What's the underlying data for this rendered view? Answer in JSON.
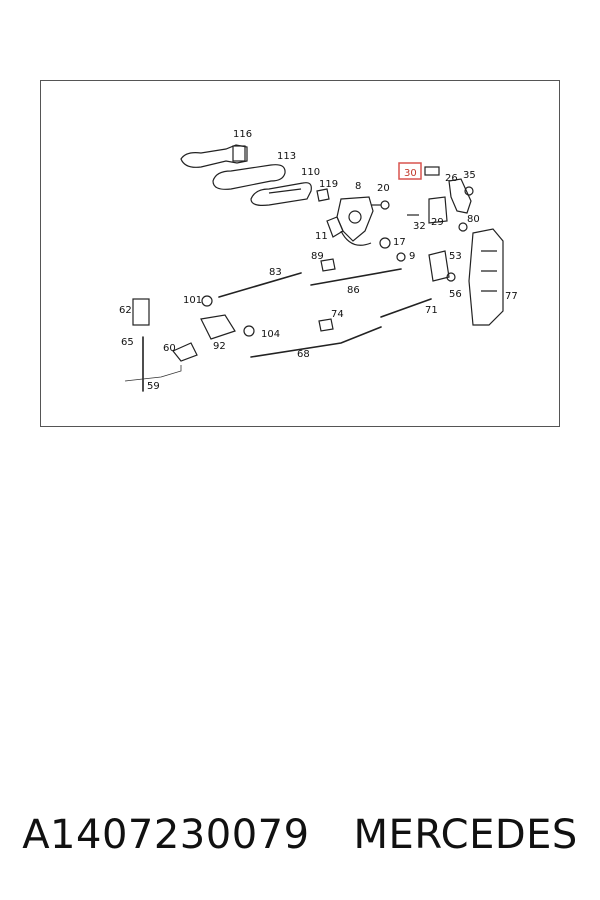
{
  "diagram": {
    "highlighted_label": "30",
    "labels": {
      "l116": "116",
      "l113": "113",
      "l110": "110",
      "l119": "119",
      "l8": "8",
      "l20": "20",
      "l30": "30",
      "l26": "26",
      "l35": "35",
      "l32": "32",
      "l29": "29",
      "l80": "80",
      "l11": "11",
      "l17": "17",
      "l9": "9",
      "l89": "89",
      "l53": "53",
      "l83": "83",
      "l86": "86",
      "l56": "56",
      "l77": "77",
      "l62": "62",
      "l101": "101",
      "l74": "74",
      "l71": "71",
      "l104": "104",
      "l65": "65",
      "l92": "92",
      "l60": "60",
      "l68": "68",
      "l59": "59"
    }
  },
  "caption": {
    "part_number": "A1407230079",
    "brand": "MERCEDES"
  },
  "colors": {
    "highlight": "#d9534f",
    "line": "#222222"
  }
}
